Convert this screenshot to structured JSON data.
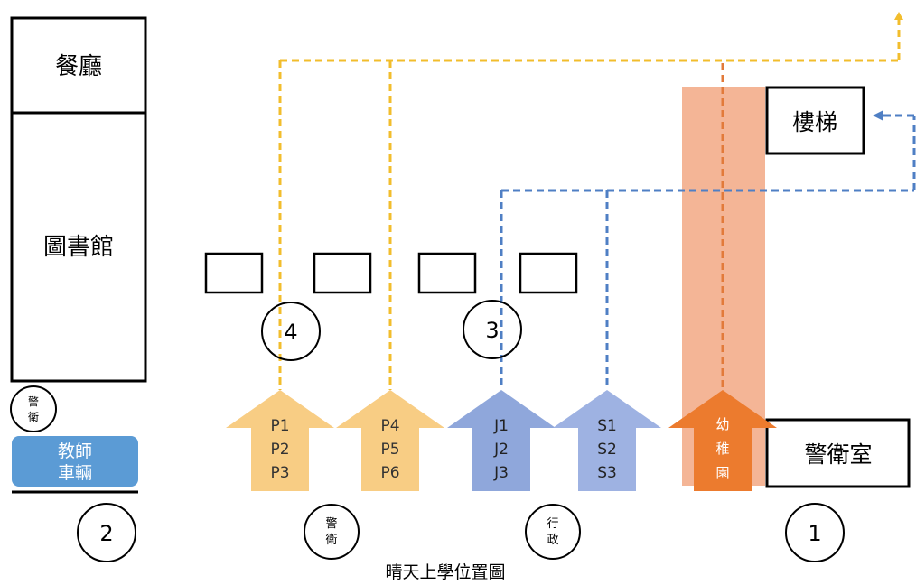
{
  "title": "晴天上學位置圖",
  "colors": {
    "yellow_line": "#f2bd2c",
    "blue_line": "#4f7fc4",
    "orange_line": "#e27a3a",
    "yellow_arrow": "#f8cd84",
    "blue_arrow": "#8fa7db",
    "light_blue_arrow": "#9eb2e2",
    "orange_arrow": "#ec7b2e",
    "salmon_band": "#f2a884",
    "teacher_box": "#5b9bd5"
  },
  "buildings": {
    "restaurant": "餐廳",
    "library": "圖書館",
    "stairs": "樓梯",
    "guard_room": "警衛室"
  },
  "guard_small": "警衛",
  "teacher_vehicle": {
    "line1": "教師",
    "line2": "車輛"
  },
  "admin": "行政",
  "arrows": {
    "p_a": [
      "P1",
      "P2",
      "P3"
    ],
    "p_b": [
      "P4",
      "P5",
      "P6"
    ],
    "j": [
      "J1",
      "J2",
      "J3"
    ],
    "s": [
      "S1",
      "S2",
      "S3"
    ],
    "k": [
      "幼",
      "稚",
      "園"
    ]
  },
  "markers": {
    "m4": "4",
    "m3": "3",
    "m2": "2",
    "m1": "1"
  }
}
